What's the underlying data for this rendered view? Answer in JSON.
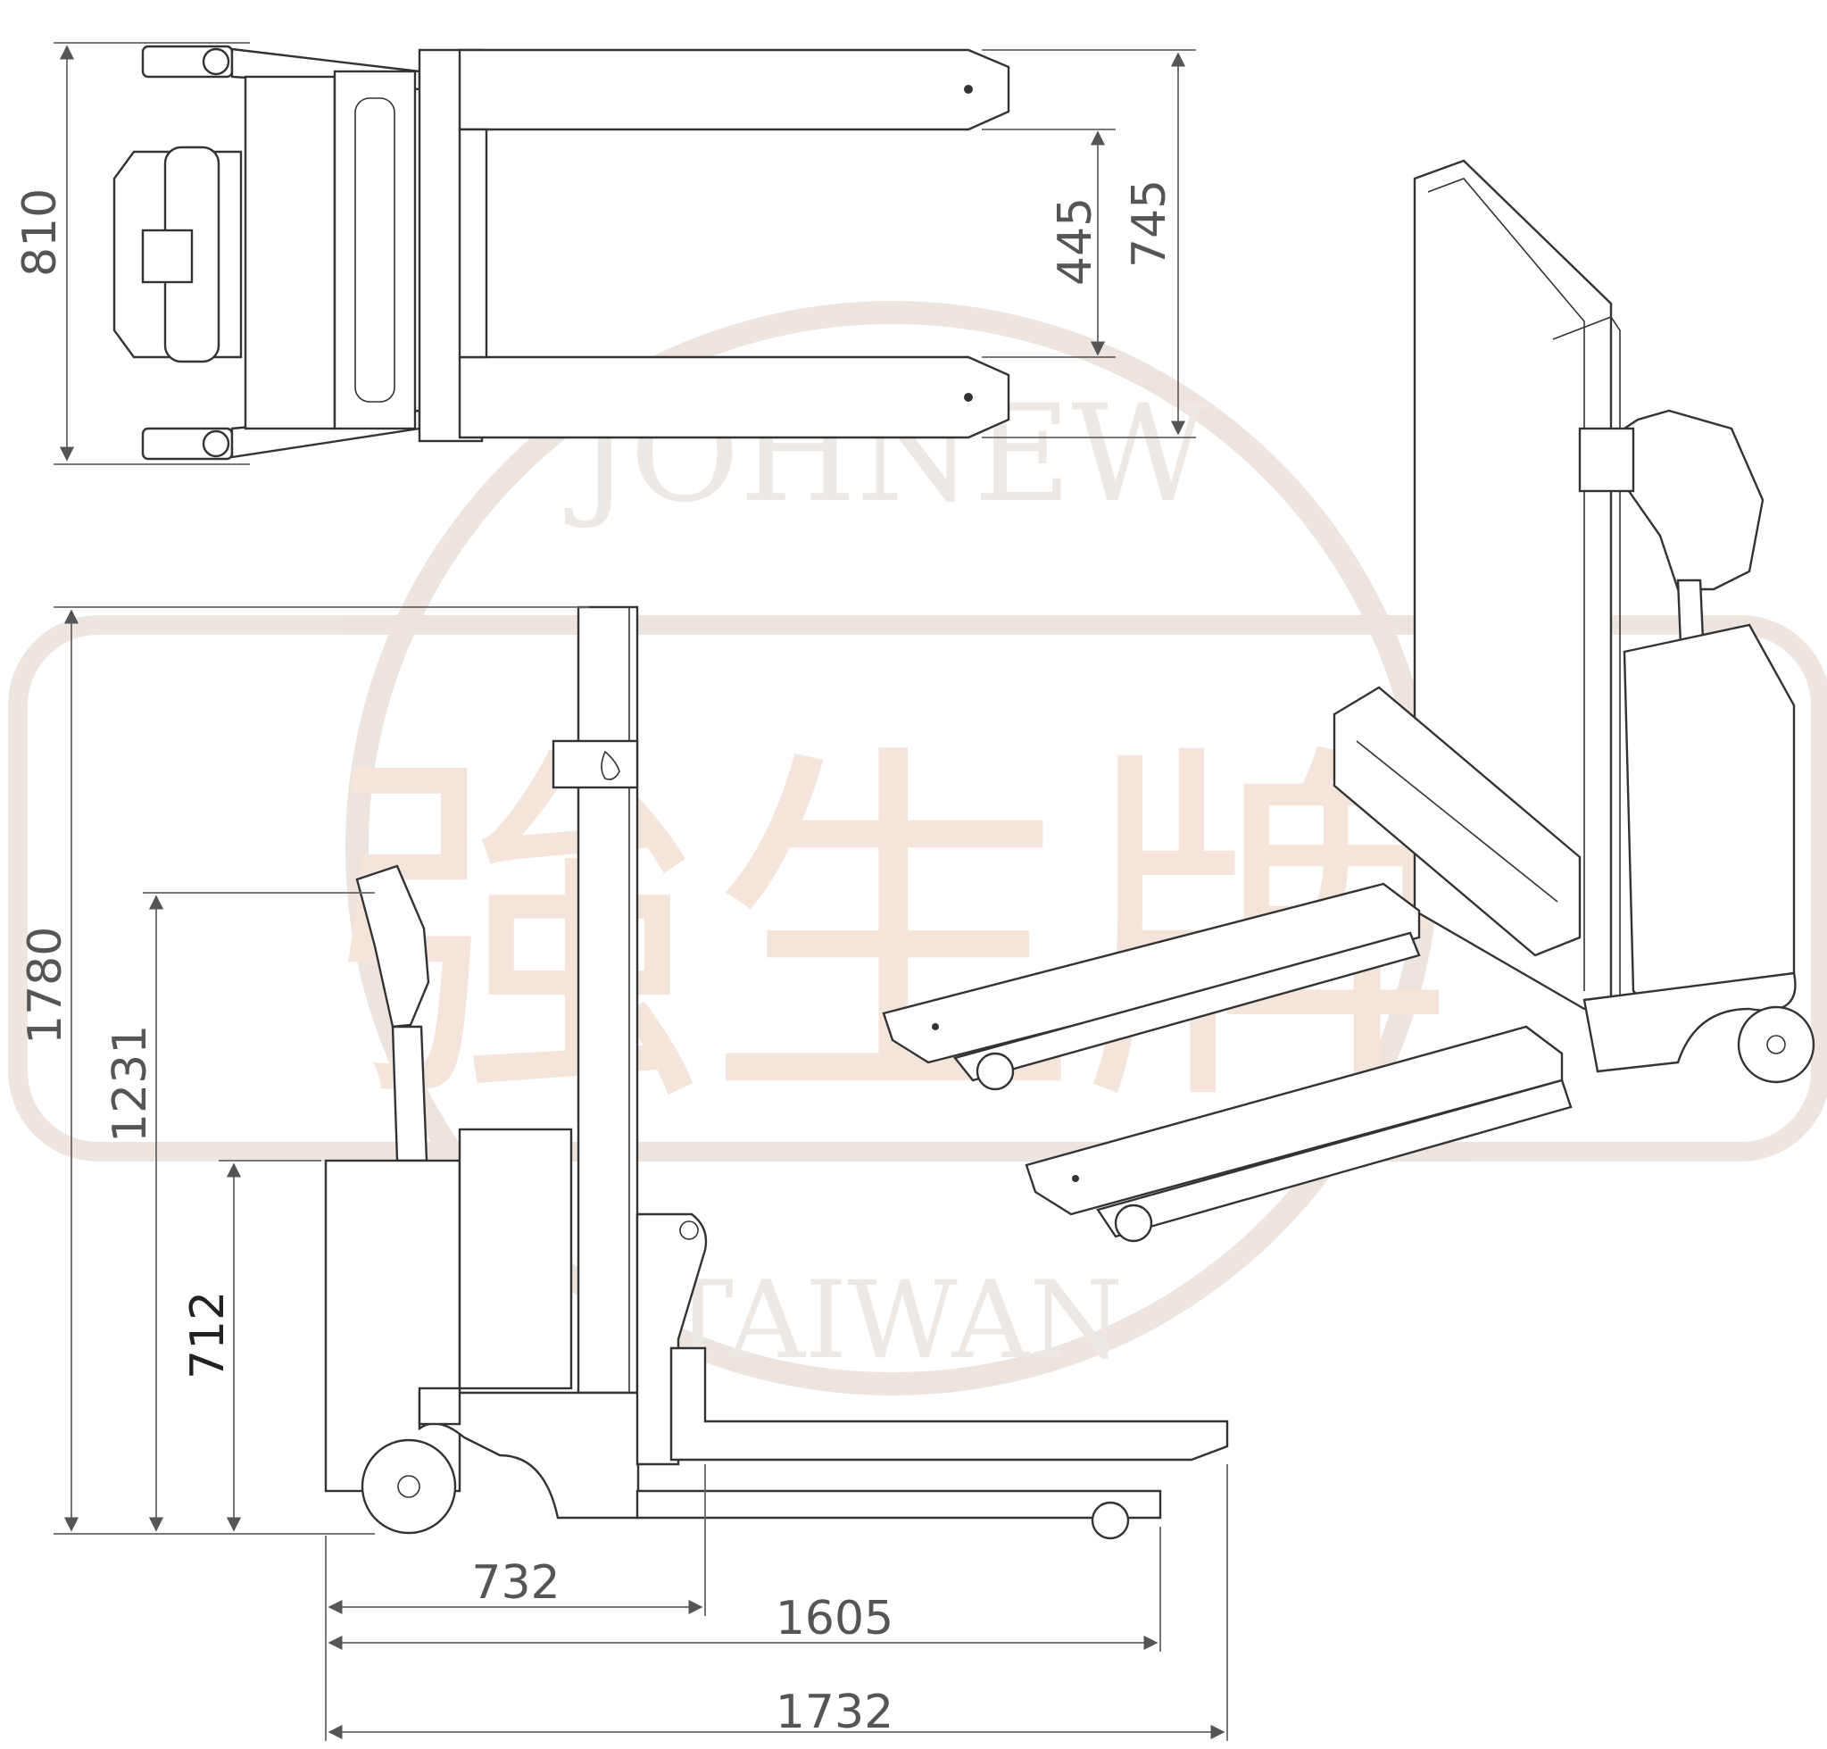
{
  "watermark": {
    "brand": "JOHNEW",
    "country": "TAIWAN",
    "chinese": "強生牌",
    "color": "#ece3da",
    "accent": "#f6e2d4"
  },
  "dimensions": {
    "top_width": "810",
    "fork_spread_inner": "445",
    "fork_spread_outer": "745",
    "total_height": "1780",
    "handle_height": "1231",
    "battery_height": "712",
    "body_length": "732",
    "length_to_fork": "1605",
    "total_length": "1732"
  },
  "views": [
    "top-view",
    "side-view",
    "isometric-view"
  ]
}
